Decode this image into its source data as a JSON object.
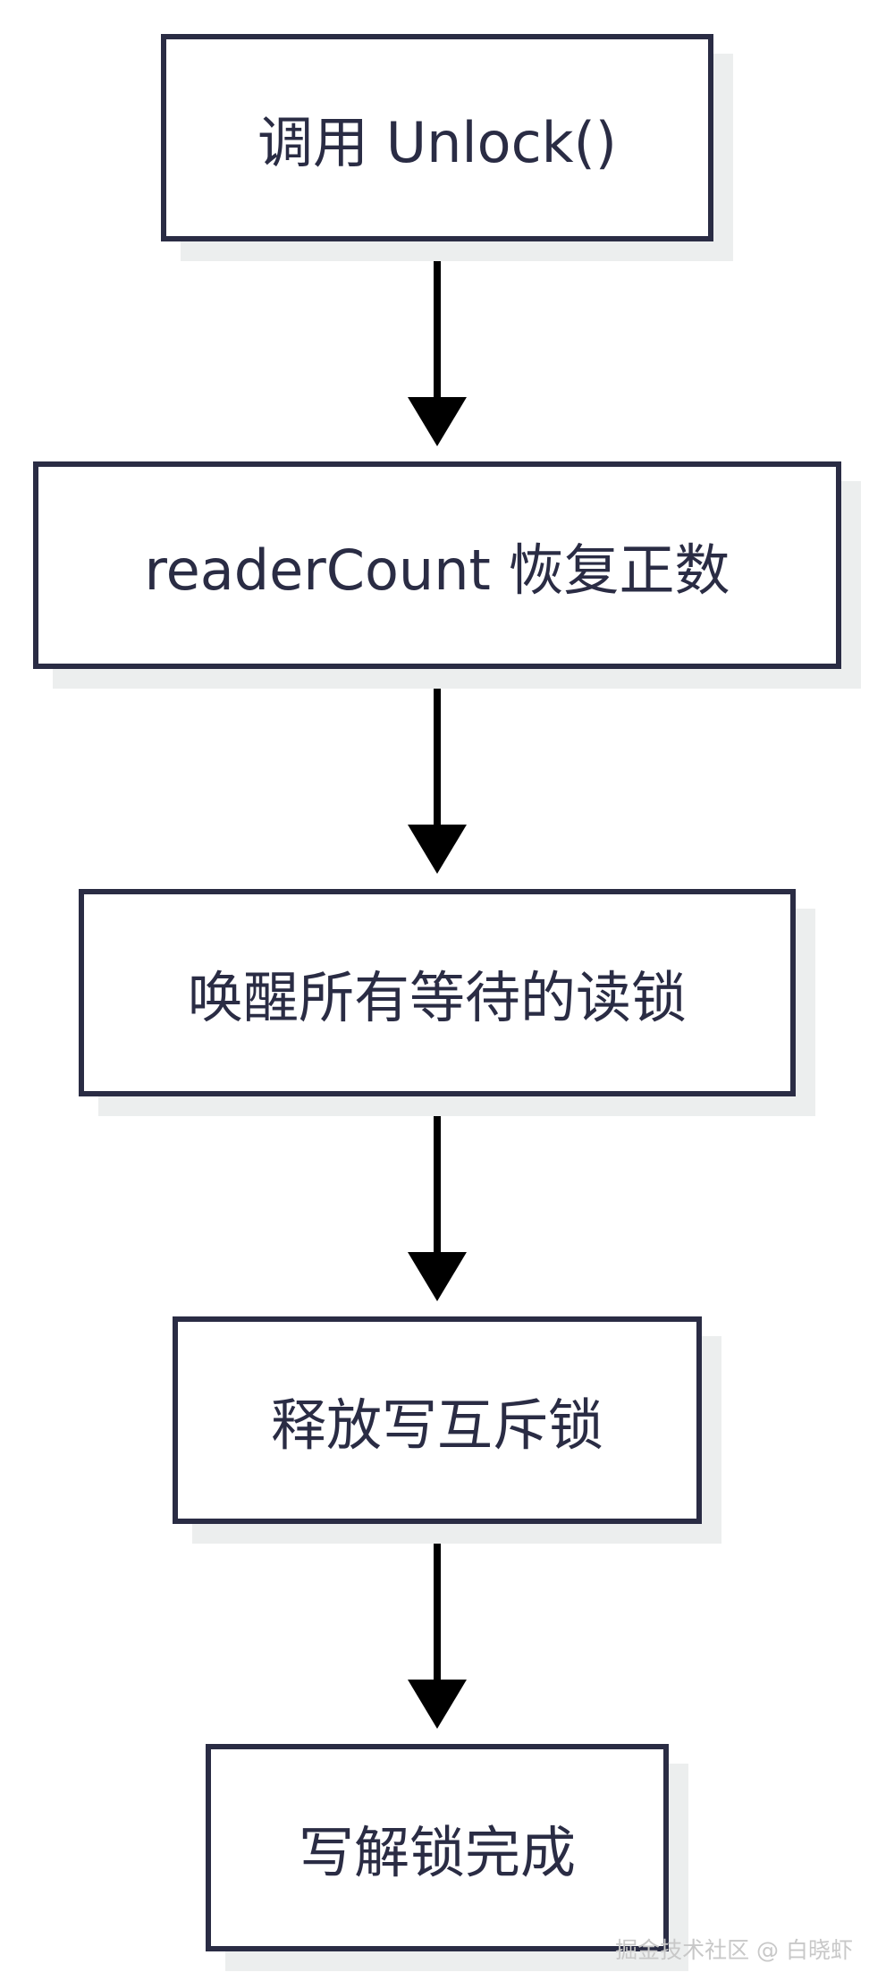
{
  "flowchart": {
    "nodes": [
      {
        "id": "n1",
        "label": "调用 Unlock()"
      },
      {
        "id": "n2",
        "label": "readerCount 恢复正数"
      },
      {
        "id": "n3",
        "label": "唤醒所有等待的读锁"
      },
      {
        "id": "n4",
        "label": "释放写互斥锁"
      },
      {
        "id": "n5",
        "label": "写解锁完成"
      }
    ],
    "edges": [
      {
        "from": "n1",
        "to": "n2"
      },
      {
        "from": "n2",
        "to": "n3"
      },
      {
        "from": "n3",
        "to": "n4"
      },
      {
        "from": "n4",
        "to": "n5"
      }
    ]
  },
  "colors": {
    "stroke": "#2a2c44",
    "text": "#2a2c44",
    "shadow": "#eceeee",
    "background": "#ffffff"
  },
  "watermark": "掘金技术社区 @ 白晓虾"
}
